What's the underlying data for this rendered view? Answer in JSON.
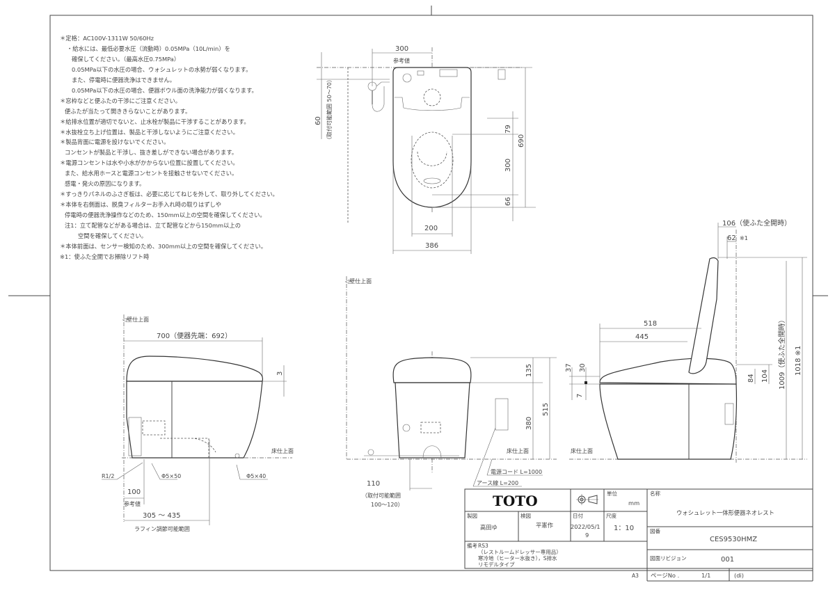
{
  "notes": [
    "＊定格：AC100V-1311W 50/60Hz",
    "・給水には、最低必要水圧（流動時）0.05MPa（10L/min）を",
    "確保してください。（最高水圧0.75MPa）",
    "0.05MPa以下の水圧の場合、ウォシュレットの水勢が弱くなります。",
    "また、停電時に便器洗浄はできません。",
    "0.05MPa以下の水圧の場合、便器ボウル面の洗浄能力が弱くなります。",
    "＊窓枠などと便ふたの干渉にご注意ください。",
    "便ふたが当たって開ききらないことがあります。",
    "＊給排水位置が適切でないと、止水栓が製品に干渉することがあります。",
    "＊水抜栓立ち上げ位置は、製品と干渉しないようにご注意ください。",
    "＊製品背面に電源を設けないでください。",
    "コンセントが製品と干渉し、抜き差しができない場合があります。",
    "＊電源コンセントは水や小水がかからない位置に設置してください。",
    "また、給水用ホースと電源コンセントを接触させないでください。",
    "感電・発火の原因になります。",
    "＊すっきりパネルのふさぎ板は、必要に応じてねじを外して、取り外してください。",
    "＊本体を右側面は、脱臭フィルターお手入れ時の取りはずしや",
    "停電時の便器洗浄操作などのため、150mm以上の空間を確保してください。",
    "注1：立て配管などがある場合は、立て配管などから150mm以上の",
    "空間を確保してください。",
    "＊本体前面は、センサー検知のため、300mm以上の空間を確保してください。",
    "※1：使ふた全開でお掃除リフト時"
  ],
  "plan_view": {
    "dim_300_top": "300",
    "ref_value": "参考値",
    "dim_60": "60",
    "install_range": "（取付可能範囲 50～70）",
    "dim_79": "79",
    "dim_300": "300",
    "dim_66": "66",
    "dim_690": "690",
    "dim_200": "200",
    "dim_386": "386"
  },
  "left_view": {
    "wall_label": "◁壁仕上面",
    "dim_700": "700（便器先端：692）",
    "dim_3": "3",
    "floor_label": "床仕上面",
    "r12": "R1/2",
    "phi550": "Φ5×50",
    "phi540": "Φ5×40",
    "dim_100": "100",
    "ref_value": "参考値",
    "dim_305": "305 ～ 435",
    "flange_range": "ラフィン調節可能範囲"
  },
  "front_view": {
    "wall_label": "◁壁仕上面",
    "dim_135": "135",
    "dim_515": "515",
    "dim_380": "380",
    "floor_label": "床仕上面",
    "power_cord": "電源コード L=1000",
    "earth_wire": "アース線 L=200",
    "dim_110": "110",
    "install_range_1": "（取付可能範囲",
    "install_range_2": "100～120）"
  },
  "right_view": {
    "dim_106": "106（使ふた全開時）",
    "dim_62": "62",
    "note_mark": "※1",
    "dim_518": "518",
    "dim_445": "445",
    "dim_37": "37",
    "dim_30": "30",
    "dim_7": "7",
    "dim_84": "84",
    "dim_104": "104",
    "dim_1009": "1009（使ふた全開時）",
    "dim_1018": "1018 ※1",
    "floor_label": "床仕上面"
  },
  "title_block": {
    "logo": "TOTO",
    "unit_label": "単位",
    "unit": "mm",
    "name_label": "名称",
    "name": "ウォシュレット一体形便器ネオレスト",
    "drafter_label": "製図",
    "drafter": "高田ゆ",
    "checker_label": "検図",
    "checker": "平憲作",
    "date_label": "日付",
    "date_1": "2022/05/1",
    "date_2": "9",
    "scale_label": "尺度",
    "scale": "1：10",
    "remarks_label": "備考",
    "remarks": [
      "RS3",
      "（レストルームドレッサー専用品）",
      "寒冷地（ヒーター水抜き），S排水",
      "リモデルタイプ"
    ],
    "drawing_no_label": "図番",
    "drawing_no": "CES9530HMZ",
    "revision_label": "図面リビジョン",
    "revision": "001",
    "paper": "A3",
    "page_label": "ページNo .",
    "page": "1/1",
    "page_suffix": "(di)"
  }
}
